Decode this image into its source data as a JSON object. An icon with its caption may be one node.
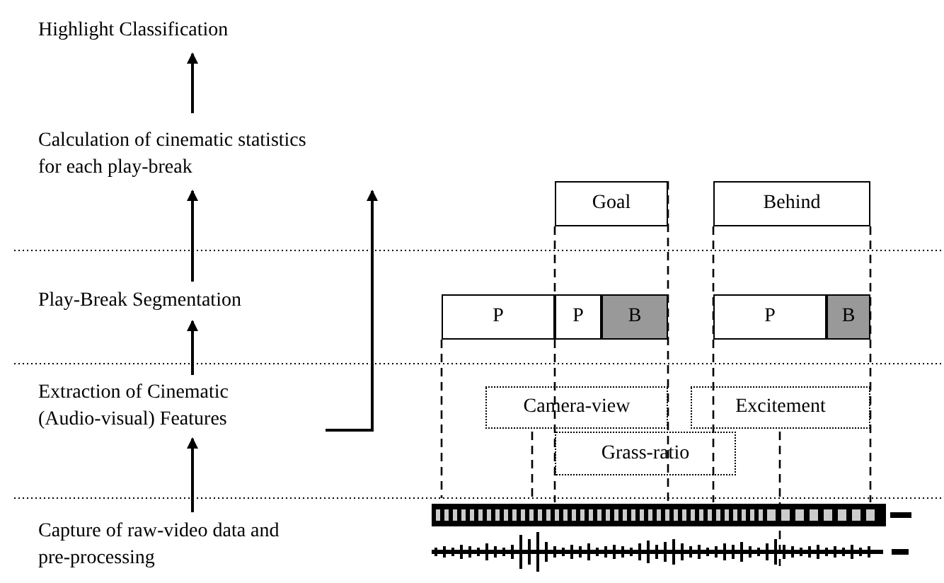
{
  "diagram": {
    "nodes": [
      {
        "text": [
          "Highlight Classification"
        ]
      },
      {
        "text": [
          "Calculation of cinematic statistics for each play-break"
        ]
      },
      {
        "text": [
          "Play-Break Segmentation"
        ]
      },
      {
        "text": [
          "Extraction of Cinematic (Audio-visual) Features"
        ]
      },
      {
        "text": [
          "Capture of raw-video data and pre-processing"
        ]
      },
      {
        "text": [
          "Goal"
        ]
      },
      {
        "text": [
          "Behind"
        ]
      },
      {
        "text": [
          "P"
        ]
      },
      {
        "text": [
          "P"
        ]
      },
      {
        "text": [
          "B"
        ]
      },
      {
        "text": [
          "P"
        ]
      },
      {
        "text": [
          "B"
        ]
      },
      {
        "text": [
          "Camera-view"
        ]
      },
      {
        "text": [
          "Excitement"
        ]
      },
      {
        "text": [
          "Grass-ratio"
        ]
      }
    ],
    "edges": [
      {
        "from": 4,
        "to": 3,
        "arrow": "to"
      },
      {
        "from": 3,
        "to": 2,
        "arrow": "to"
      },
      {
        "from": 2,
        "to": 1,
        "arrow": "to"
      },
      {
        "from": 1,
        "to": 0,
        "arrow": "to"
      },
      {
        "from": 3,
        "to": 1,
        "arrow": "to"
      }
    ]
  }
}
